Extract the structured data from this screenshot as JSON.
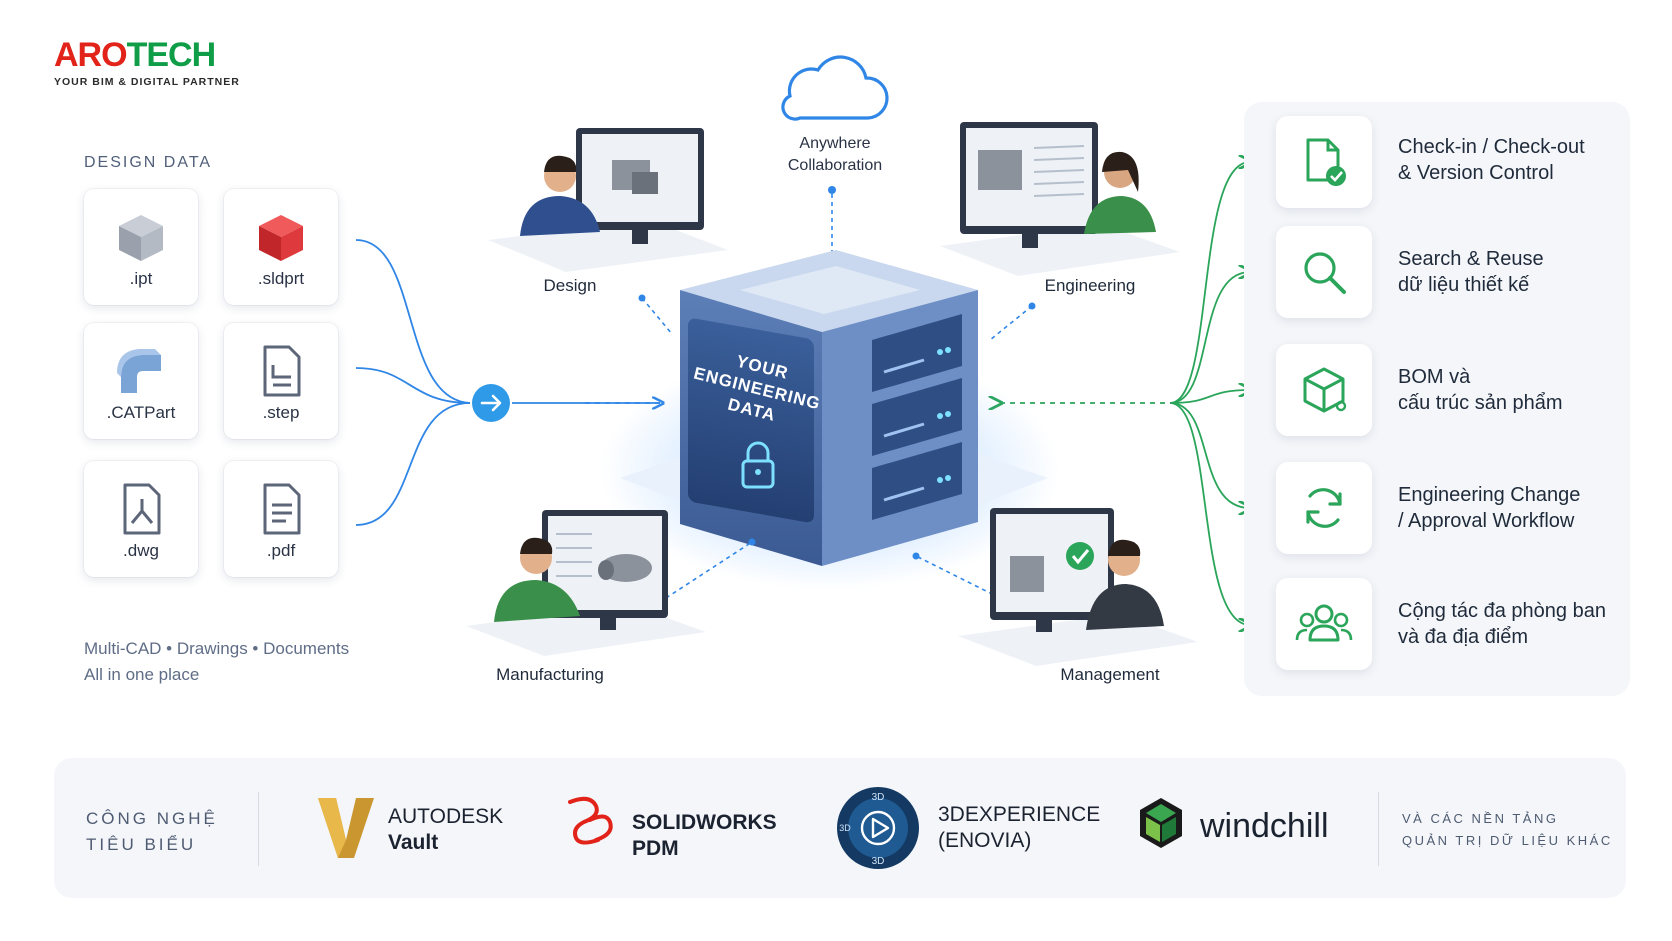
{
  "brand": {
    "name_red": "ARO",
    "name_green": "TECH",
    "tagline": "YOUR BIM & DIGITAL PARTNER"
  },
  "design_data": {
    "title": "DESIGN DATA",
    "files": [
      ".ipt",
      ".sldprt",
      ".CATPart",
      ".step",
      ".dwg",
      ".pdf"
    ],
    "footer_line1": "Multi-CAD • Drawings • Documents",
    "footer_line2": "All in one place"
  },
  "cloud": {
    "label_line1": "Anywhere",
    "label_line2": "Collaboration"
  },
  "vault": {
    "line1": "YOUR",
    "line2": "ENGINEERING",
    "line3": "DATA"
  },
  "stations": {
    "design": "Design",
    "engineering": "Engineering",
    "manufacturing": "Manufacturing",
    "management": "Management"
  },
  "features": [
    {
      "line1": "Check-in / Check-out",
      "line2": "& Version Control",
      "icon": "file-check-icon"
    },
    {
      "line1": "Search & Reuse",
      "line2": "dữ liệu thiết kế",
      "icon": "search-icon"
    },
    {
      "line1": "BOM và",
      "line2": "cấu trúc sản phẩm",
      "icon": "cube-icon"
    },
    {
      "line1": "Engineering Change",
      "line2": "/ Approval Workflow",
      "icon": "refresh-icon"
    },
    {
      "line1": "Cộng tác đa phòng ban",
      "line2": "và đa địa điểm",
      "icon": "users-icon"
    }
  ],
  "technologies": {
    "title_line1": "CÔNG NGHỆ",
    "title_line2": "TIÊU BIỂU",
    "items": [
      {
        "line1": "AUTODESK",
        "line2": "Vault"
      },
      {
        "line1": "SOLIDWORKS",
        "line2": "PDM"
      },
      {
        "line1": "3DEXPERIENCE",
        "line2": "(ENOVIA)"
      },
      {
        "line1": "windchill",
        "line2": ""
      }
    ],
    "badge_3d": "3D",
    "other_line1": "VÀ CÁC NỀN TẢNG",
    "other_line2": "QUẢN TRỊ DỮ LIỆU KHÁC"
  },
  "colors": {
    "brand_red": "#e2231a",
    "brand_green": "#0f9d48",
    "flow_blue": "#2f86e6",
    "feature_green": "#2aa55a"
  }
}
